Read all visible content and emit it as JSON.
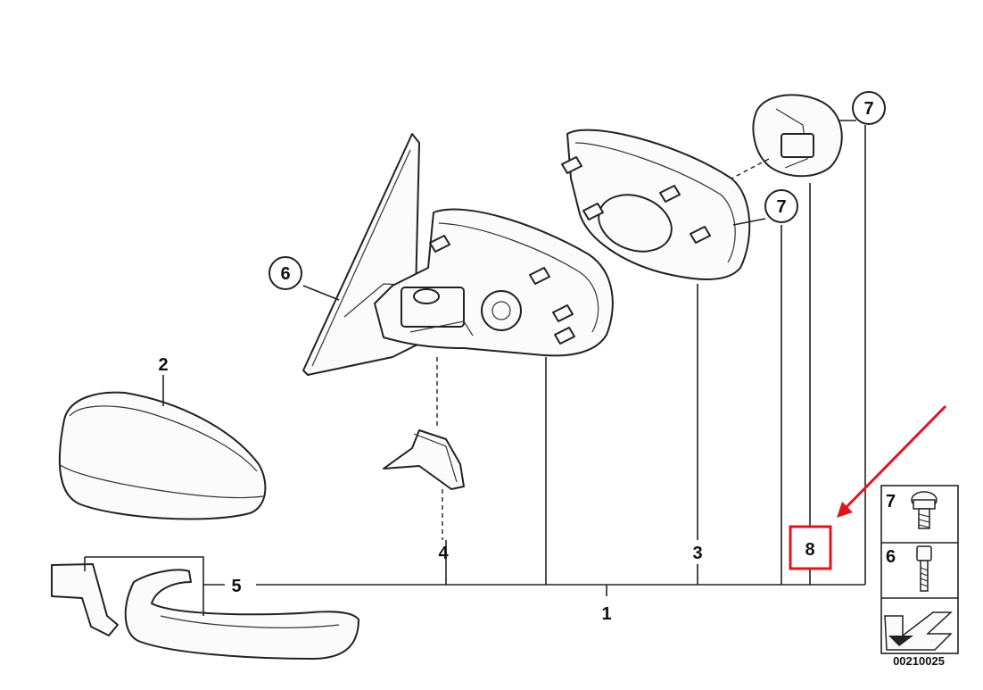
{
  "parts": {
    "p1": "1",
    "p2": "2",
    "p3": "3",
    "p4": "4",
    "p5": "5",
    "p6": "6",
    "p7a": "7",
    "p7b": "7",
    "p8": "8"
  },
  "legend": {
    "top_num": "7",
    "mid_num": "6"
  },
  "drawing_code": "00210025",
  "colors": {
    "highlight": "#e0161c",
    "line": "#222222"
  }
}
